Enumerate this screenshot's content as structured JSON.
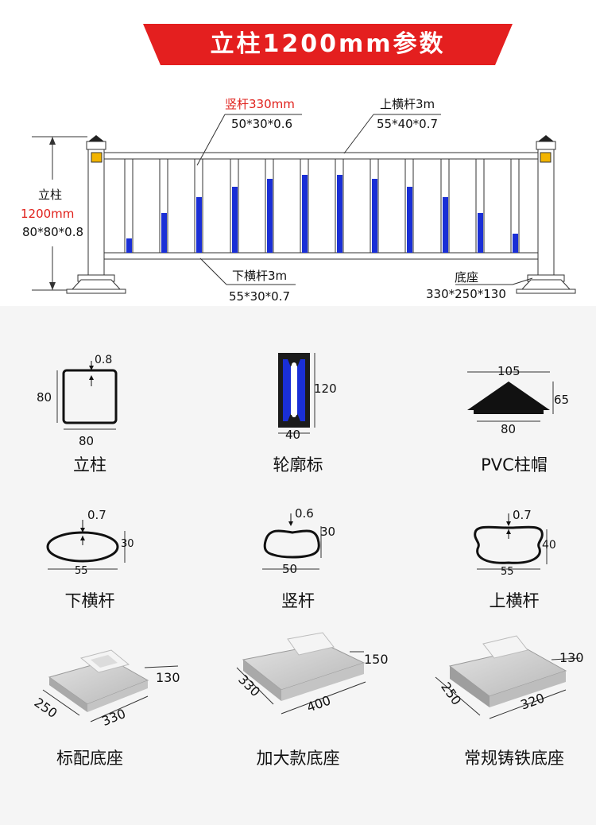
{
  "banner": {
    "title": "立柱1200mm参数",
    "color": "#e41f1f"
  },
  "fence": {
    "vertical_bar": {
      "name": "竖杆330mm",
      "spec": "50*30*0.6"
    },
    "top_rail": {
      "name": "上横杆3m",
      "spec": "55*40*0.7"
    },
    "post": {
      "name": "立柱",
      "height": "1200mm",
      "spec": "80*80*0.8"
    },
    "bottom_rail": {
      "name": "下横杆3m",
      "spec": "55*30*0.7"
    },
    "base": {
      "name": "底座",
      "spec": "330*250*130"
    },
    "accent_color": "#1a2fd6"
  },
  "profiles": {
    "post": {
      "caption": "立柱",
      "thick": "0.8",
      "height": "80",
      "width": "80"
    },
    "reflector": {
      "caption": "轮廓标",
      "height": "120",
      "width": "40"
    },
    "cap": {
      "caption": "PVC柱帽",
      "top": "105",
      "height": "65",
      "bottom": "80"
    },
    "bottom_rail": {
      "caption": "下横杆",
      "thick": "0.7",
      "height": "30",
      "width": "55"
    },
    "vertical_bar": {
      "caption": "竖杆",
      "thick": "0.6",
      "height": "30",
      "width": "50"
    },
    "top_rail": {
      "caption": "上横杆",
      "thick": "0.7",
      "height": "40",
      "width": "55"
    }
  },
  "bases": {
    "standard": {
      "caption": "标配底座",
      "h": "130",
      "d": "250",
      "w": "330"
    },
    "large": {
      "caption": "加大款底座",
      "h": "150",
      "d": "330",
      "w": "400"
    },
    "cast": {
      "caption": "常规铸铁底座",
      "h": "130",
      "d": "250",
      "w": "320"
    }
  }
}
